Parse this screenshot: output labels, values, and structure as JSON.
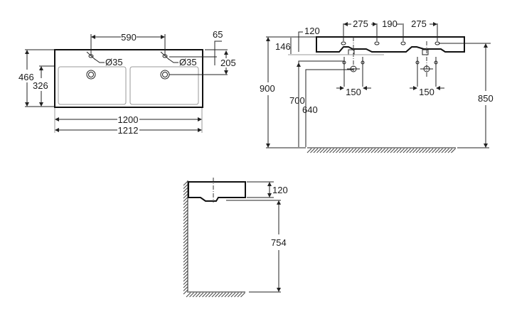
{
  "title": "Double washbasin technical drawing",
  "top_view": {
    "hole_spacing": "590",
    "tap_hole_left": "Ø35",
    "tap_hole_right": "Ø35",
    "edge_offset": "65",
    "tap_to_drain": "205",
    "depth_total": "466",
    "depth_bowl": "326",
    "width_inner": "1200",
    "width_outer": "1212"
  },
  "front_view": {
    "spacing_left": "275",
    "spacing_middle": "190",
    "spacing_right": "275",
    "rim_height": "120",
    "basin_height": "146",
    "height_top": "900",
    "height_supply": "700",
    "height_waste": "640",
    "height_right": "850",
    "supply_spacing_left": "150",
    "supply_spacing_right": "150"
  },
  "side_view": {
    "rim_height": "120",
    "floor_to_bottom": "754"
  }
}
